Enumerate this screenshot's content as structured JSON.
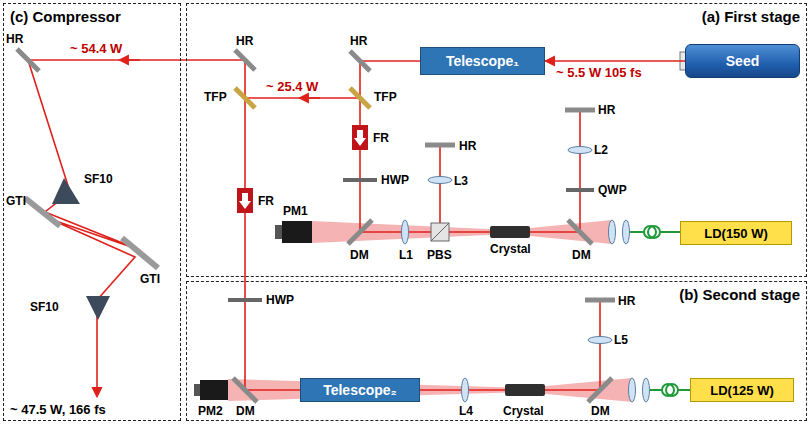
{
  "diagram": {
    "nodes": [
      {
        "text": [
          "(c) Compressor"
        ]
      },
      {
        "text": [
          "(a) First stage"
        ]
      },
      {
        "text": [
          "Telescope₁"
        ],
        "in": 1
      },
      {
        "text": [
          "Seed"
        ],
        "in": 1
      },
      {
        "text": [
          "LD(150 W)"
        ],
        "in": 1
      },
      {
        "text": [
          "(b) Second stage"
        ]
      },
      {
        "text": [
          "Telescope₂"
        ],
        "in": 5
      },
      {
        "text": [
          "LD(125 W)"
        ],
        "in": 5
      }
    ],
    "edges": [
      {
        "from": 3,
        "to": 2,
        "arrow": "to"
      }
    ],
    "labels": [
      "HR",
      "~ 54.4 W",
      "GTI",
      "SF10",
      "GTI",
      "SF10",
      "~ 47.5 W, 166 fs",
      "HR",
      "HR",
      "TFP",
      "~ 25.4 W",
      "TFP",
      "~ 5.5 W 105 fs",
      "FR",
      "HWP",
      "PM1",
      "DM",
      "L1",
      "PBS",
      "HR",
      "L3",
      "Crystal",
      "HR",
      "L2",
      "QWP",
      "DM",
      "FR",
      "HWP",
      "PM2",
      "DM",
      "L4",
      "Crystal",
      "HR",
      "L5",
      "DM"
    ]
  }
}
